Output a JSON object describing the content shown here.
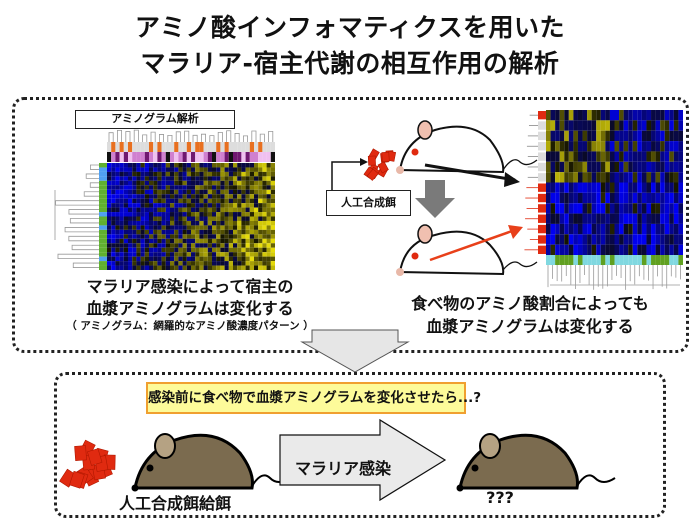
{
  "title": {
    "line1": "アミノ酸インフォマティクスを用いた",
    "line2": "マラリア-宿主代謝の相互作用の解析"
  },
  "top_panel": {
    "left": {
      "label": "アミノグラム解析",
      "caption1": "マラリア感染によって宿主の",
      "caption2": "血漿アミノグラムは変化する",
      "note": "（ アミノグラム：網羅的なアミノ酸濃度パターン ）"
    },
    "right": {
      "feed_label": "人工合成餌",
      "caption1": "食べ物のアミノ酸割合によっても",
      "caption2": "血漿アミノグラムは変化する"
    }
  },
  "bottom_panel": {
    "question": "感染前に食べ物で血漿アミノグラムを変化させたら...?",
    "feed_label": "人工合成餌給餌",
    "arrow_label": "マラリア感染",
    "result": "???"
  },
  "colors": {
    "feed": "#e02a10",
    "highlight_bg": "#fdfb9a",
    "highlight_border": "#f0a030",
    "brown_mouse": "#7b6b4f",
    "arrow_grey": "#7a7a7a"
  }
}
